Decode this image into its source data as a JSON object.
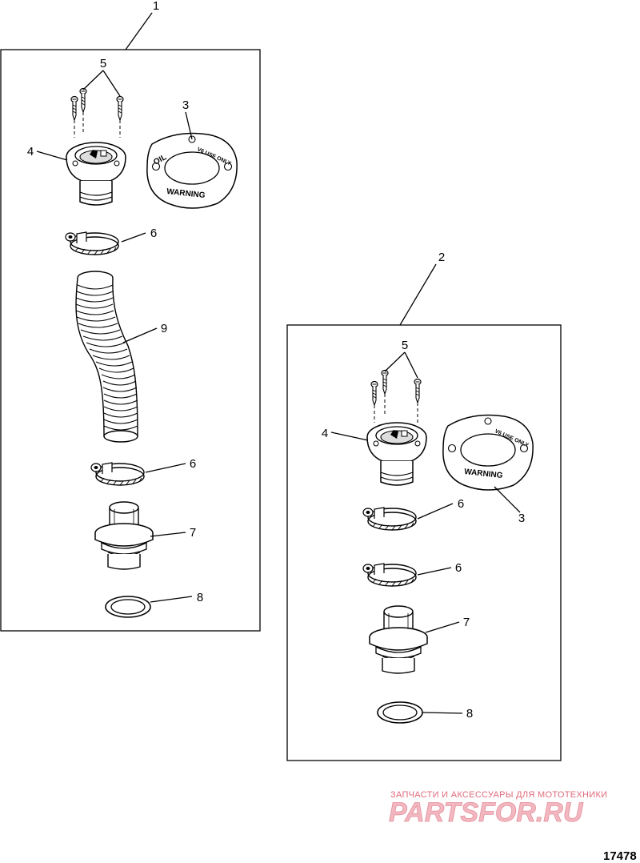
{
  "kits": [
    {
      "label": "1",
      "parts": [
        "5",
        "4",
        "3",
        "6",
        "9",
        "6",
        "7",
        "8"
      ]
    },
    {
      "label": "2",
      "parts": [
        "5",
        "4",
        "3",
        "6",
        "6",
        "7",
        "8"
      ]
    }
  ],
  "callouts": {
    "kit1": {
      "p5": "5",
      "p4": "4",
      "p3": "3",
      "p6a": "6",
      "p9": "9",
      "p6b": "6",
      "p7": "7",
      "p8": "8"
    },
    "kit2": {
      "p5": "5",
      "p4": "4",
      "p3": "3",
      "p6a": "6",
      "p6b": "6",
      "p7": "7",
      "p8": "8"
    }
  },
  "warning_plate": {
    "oil": "OIL",
    "v6": "V6 USE ONLY",
    "warning": "WARNING"
  },
  "watermark": {
    "tagline": "ЗАПЧАСТИ И АКСЕССУАРЫ ДЛЯ МОТОТЕХНИКИ",
    "brand": "PARTSFOR.RU"
  },
  "drawing_number": "17478"
}
